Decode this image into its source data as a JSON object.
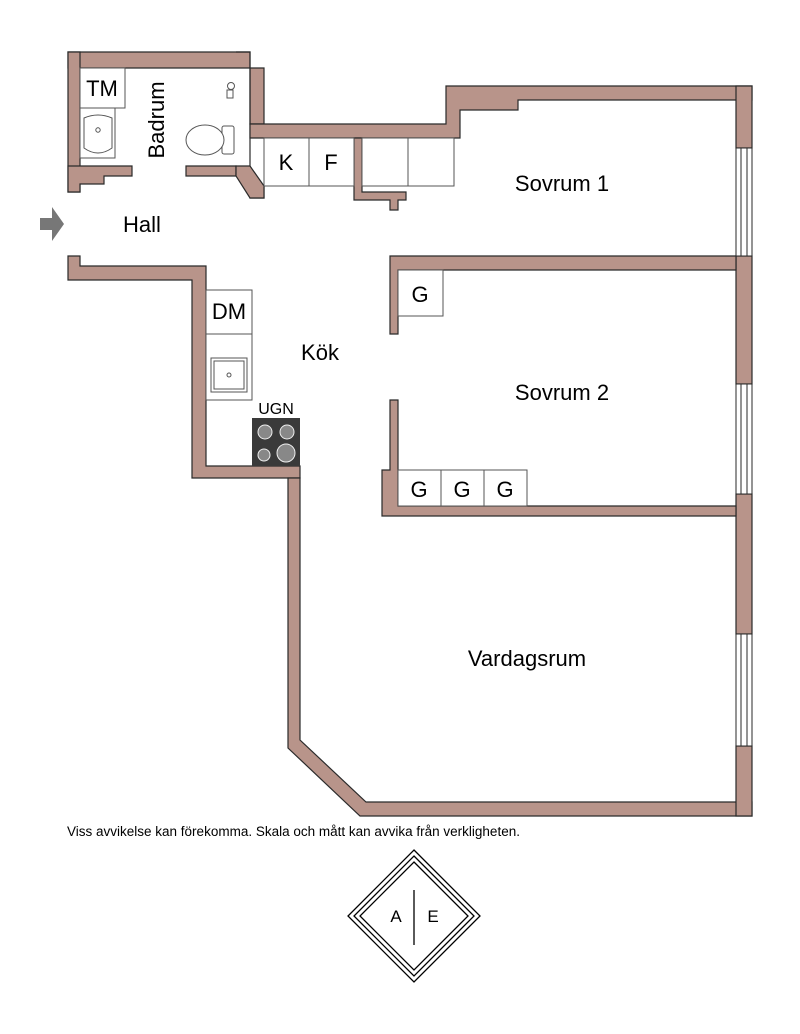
{
  "rooms": {
    "badrum": "Badrum",
    "hall": "Hall",
    "kok": "Kök",
    "sovrum1": "Sovrum 1",
    "sovrum2": "Sovrum 2",
    "vardagsrum": "Vardagsrum"
  },
  "fixtures": {
    "tm": "TM",
    "k": "K",
    "f": "F",
    "dm": "DM",
    "ugn": "UGN",
    "g": "G"
  },
  "disclaimer": "Viss avvikelse kan förekomma. Skala och mått kan avvika från verkligheten.",
  "logo": {
    "left": "A",
    "right": "E"
  },
  "colors": {
    "wall": "#b8948a",
    "wall_stroke": "#2a2a2a",
    "stove": "#3a3a3a",
    "entrance_arrow": "#777777"
  },
  "icons": [
    "entrance-arrow-icon",
    "washbasin-icon",
    "toilet-icon",
    "shower-icon",
    "sink-icon",
    "stove-icon"
  ]
}
